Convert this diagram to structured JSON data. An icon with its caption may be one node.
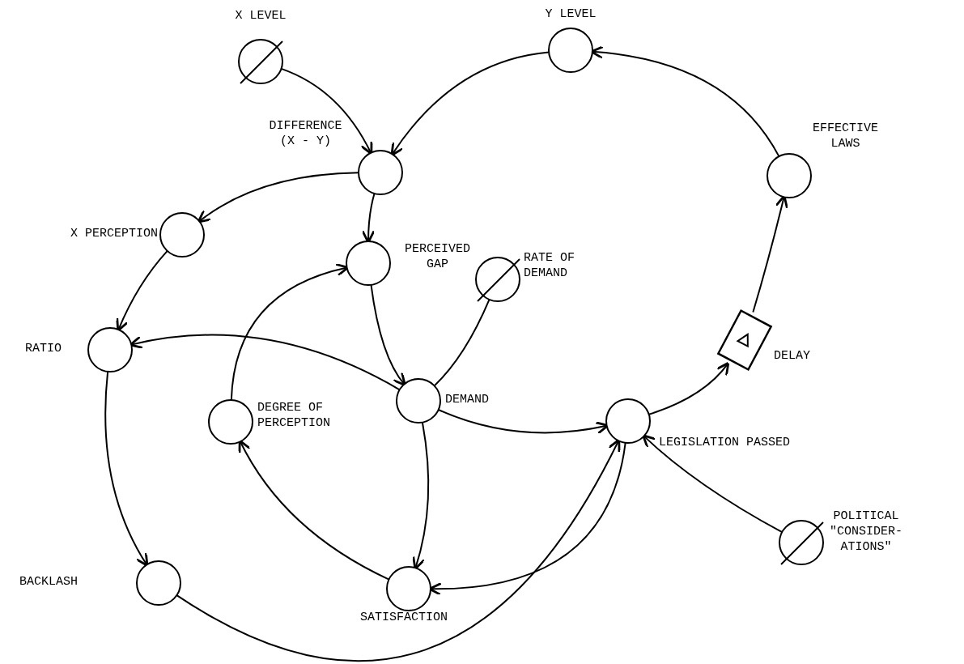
{
  "diagram": {
    "nodes": [
      {
        "text": [
          "X LEVEL"
        ]
      },
      {
        "text": [
          "Y LEVEL"
        ]
      },
      {
        "text": [
          "DIFFERENCE (X - Y)"
        ]
      },
      {
        "text": [
          "EFFECTIVE LAWS"
        ]
      },
      {
        "text": [
          "X PERCEPTION"
        ]
      },
      {
        "text": [
          "PERCEIVED GAP"
        ]
      },
      {
        "text": [
          "RATE OF DEMAND"
        ]
      },
      {
        "text": [
          "RATIO"
        ]
      },
      {
        "text": [
          "DELAY"
        ]
      },
      {
        "text": [
          "DEMAND"
        ]
      },
      {
        "text": [
          "DEGREE OF PERCEPTION"
        ]
      },
      {
        "text": [
          "LEGISLATION PASSED"
        ]
      },
      {
        "text": [
          "POLITICAL \"CONSIDER- ATIONS\""
        ]
      },
      {
        "text": [
          "BACKLASH"
        ]
      },
      {
        "text": [
          "SATISFACTION"
        ]
      }
    ],
    "edges": [
      {
        "from": 0,
        "to": 2,
        "arrow": "to"
      },
      {
        "from": 1,
        "to": 2,
        "arrow": "to"
      },
      {
        "from": 3,
        "to": 1,
        "arrow": "to"
      },
      {
        "from": 8,
        "to": 3,
        "arrow": "to"
      },
      {
        "from": 11,
        "to": 8,
        "arrow": "to"
      },
      {
        "from": 2,
        "to": 4,
        "arrow": "to"
      },
      {
        "from": 2,
        "to": 5,
        "arrow": "to"
      },
      {
        "from": 4,
        "to": 7,
        "arrow": "to"
      },
      {
        "from": 9,
        "to": 7,
        "arrow": "to"
      },
      {
        "from": 5,
        "to": 9,
        "arrow": "to"
      },
      {
        "from": 6,
        "to": 9,
        "arrow": "none"
      },
      {
        "from": 10,
        "to": 5,
        "arrow": "to"
      },
      {
        "from": 9,
        "to": 11,
        "arrow": "to"
      },
      {
        "from": 9,
        "to": 14,
        "arrow": "to"
      },
      {
        "from": 14,
        "to": 10,
        "arrow": "to"
      },
      {
        "from": 11,
        "to": 14,
        "arrow": "to"
      },
      {
        "from": 13,
        "to": 11,
        "arrow": "to"
      },
      {
        "from": 7,
        "to": 13,
        "arrow": "to"
      },
      {
        "from": 12,
        "to": 11,
        "arrow": "to"
      }
    ]
  }
}
